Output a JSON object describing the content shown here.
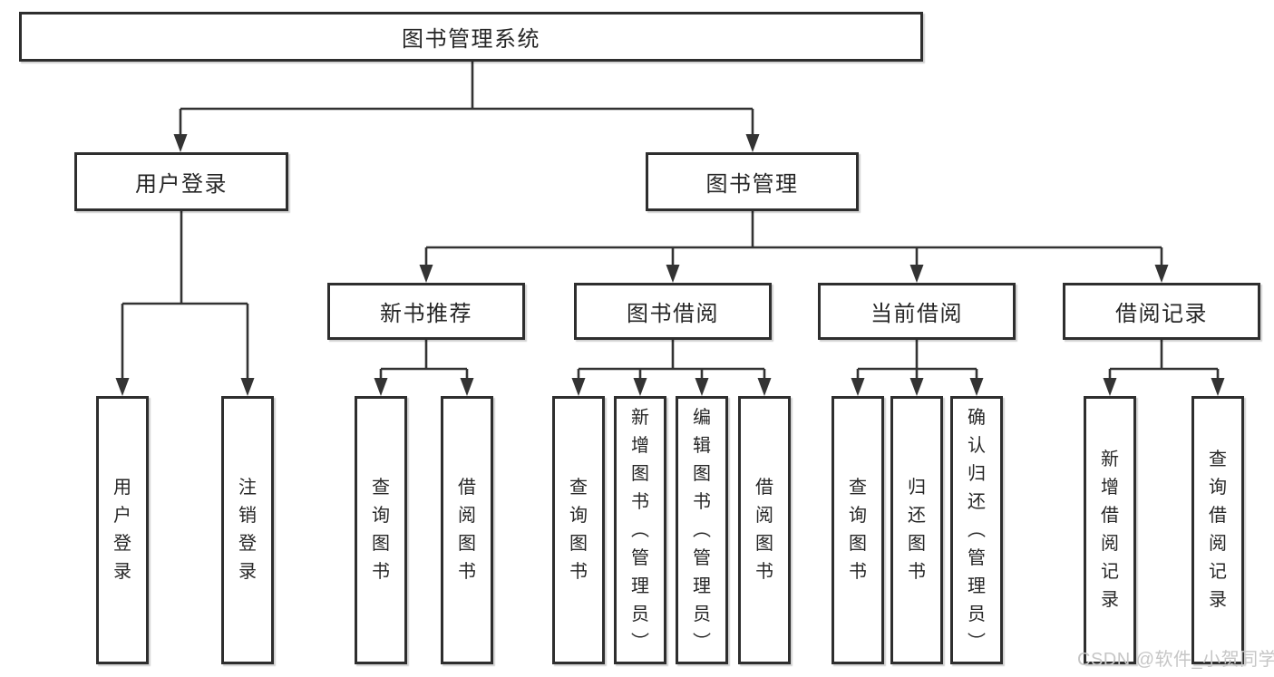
{
  "diagram": {
    "root": {
      "label": "图书管理系统"
    },
    "level2": [
      {
        "label": "用户登录",
        "children": [
          {
            "label": "用户登录"
          },
          {
            "label": "注销登录"
          }
        ]
      },
      {
        "label": "图书管理",
        "sections": [
          {
            "label": "新书推荐",
            "children": [
              {
                "label": "查询图书"
              },
              {
                "label": "借阅图书"
              }
            ]
          },
          {
            "label": "图书借阅",
            "children": [
              {
                "label": "查询图书"
              },
              {
                "label": "新增图书（管理员）"
              },
              {
                "label": "编辑图书（管理员）"
              },
              {
                "label": "借阅图书"
              }
            ]
          },
          {
            "label": "当前借阅",
            "children": [
              {
                "label": "查询图书"
              },
              {
                "label": "归还图书"
              },
              {
                "label": "确认归还（管理员）"
              }
            ]
          },
          {
            "label": "借阅记录",
            "children": [
              {
                "label": "新增借阅记录"
              },
              {
                "label": "查询借阅记录"
              }
            ]
          }
        ]
      }
    ]
  },
  "watermark": {
    "text": "CSDN @软件_小贺同学"
  },
  "colors": {
    "line": "#333333",
    "text": "#262626",
    "box_border": "#2e2e2e",
    "background": "#ffffff",
    "watermark": "#c6c6c6"
  }
}
